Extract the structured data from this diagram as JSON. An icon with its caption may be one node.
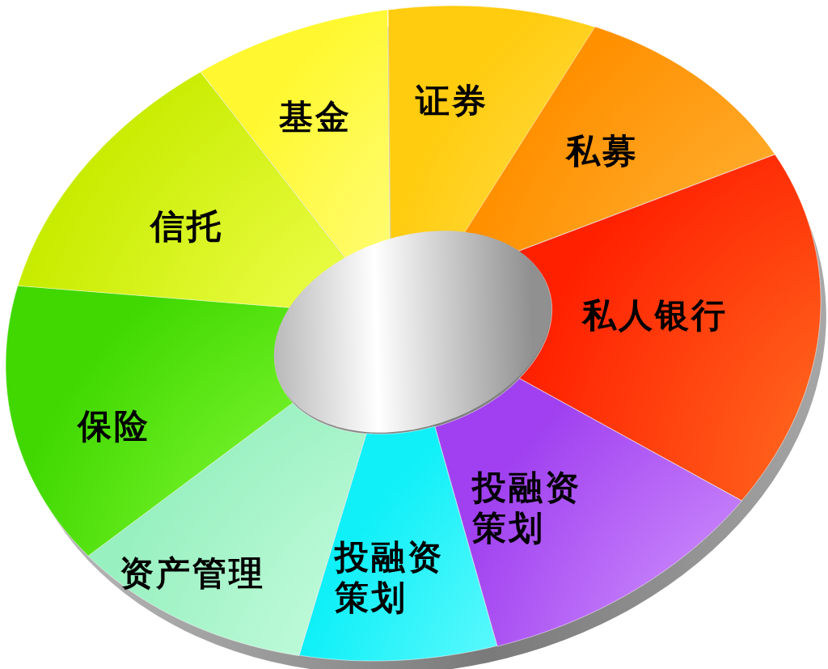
{
  "diagram": {
    "nodes": [
      {
        "text": [
          "基金"
        ]
      },
      {
        "text": [
          "证券"
        ]
      },
      {
        "text": [
          "私募"
        ]
      },
      {
        "text": [
          "私人银行"
        ]
      },
      {
        "text": [
          "投融资策划"
        ]
      },
      {
        "text": [
          "投融资策划"
        ]
      },
      {
        "text": [
          "资产管理"
        ]
      },
      {
        "text": [
          "保险"
        ]
      },
      {
        "text": [
          "信托"
        ]
      },
      {
        "text": [],
        "shape": "ellipse"
      }
    ]
  }
}
